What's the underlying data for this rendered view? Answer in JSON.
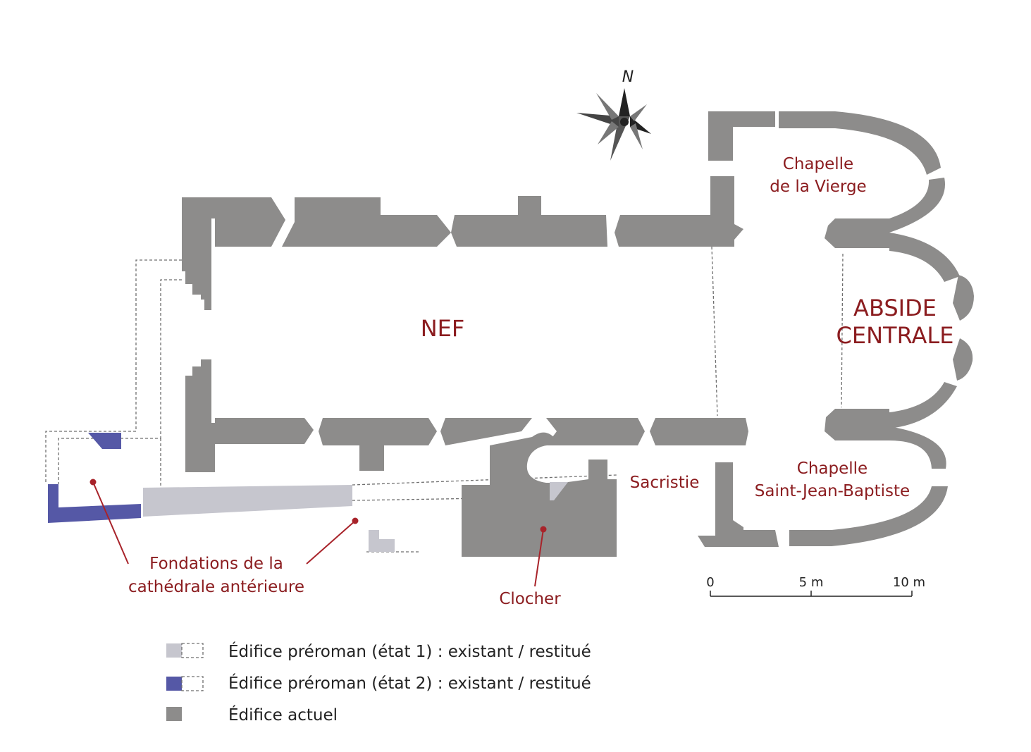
{
  "compass": {
    "north_label": "N"
  },
  "rooms": {
    "nef": "NEF",
    "abside_line1": "ABSIDE",
    "abside_line2": "CENTRALE",
    "chapelle_vierge_line1": "Chapelle",
    "chapelle_vierge_line2": "de la Vierge",
    "chapelle_sjb_line1": "Chapelle",
    "chapelle_sjb_line2": "Saint-Jean-Baptiste",
    "sacristie": "Sacristie",
    "clocher": "Clocher"
  },
  "annotations": {
    "fondations_line1": "Fondations de la",
    "fondations_line2": "cathédrale antérieure"
  },
  "scale": {
    "tick_0": "0",
    "tick_5": "5 m",
    "tick_10": "10 m"
  },
  "legend": [
    {
      "label": "Édifice préroman (état 1) : existant / restitué",
      "color": "#c6c6ce"
    },
    {
      "label": "Édifice préroman (état 2) : existant / restitué",
      "color": "#5558a6"
    },
    {
      "label": "Édifice actuel",
      "color": "#8d8c8b"
    }
  ]
}
